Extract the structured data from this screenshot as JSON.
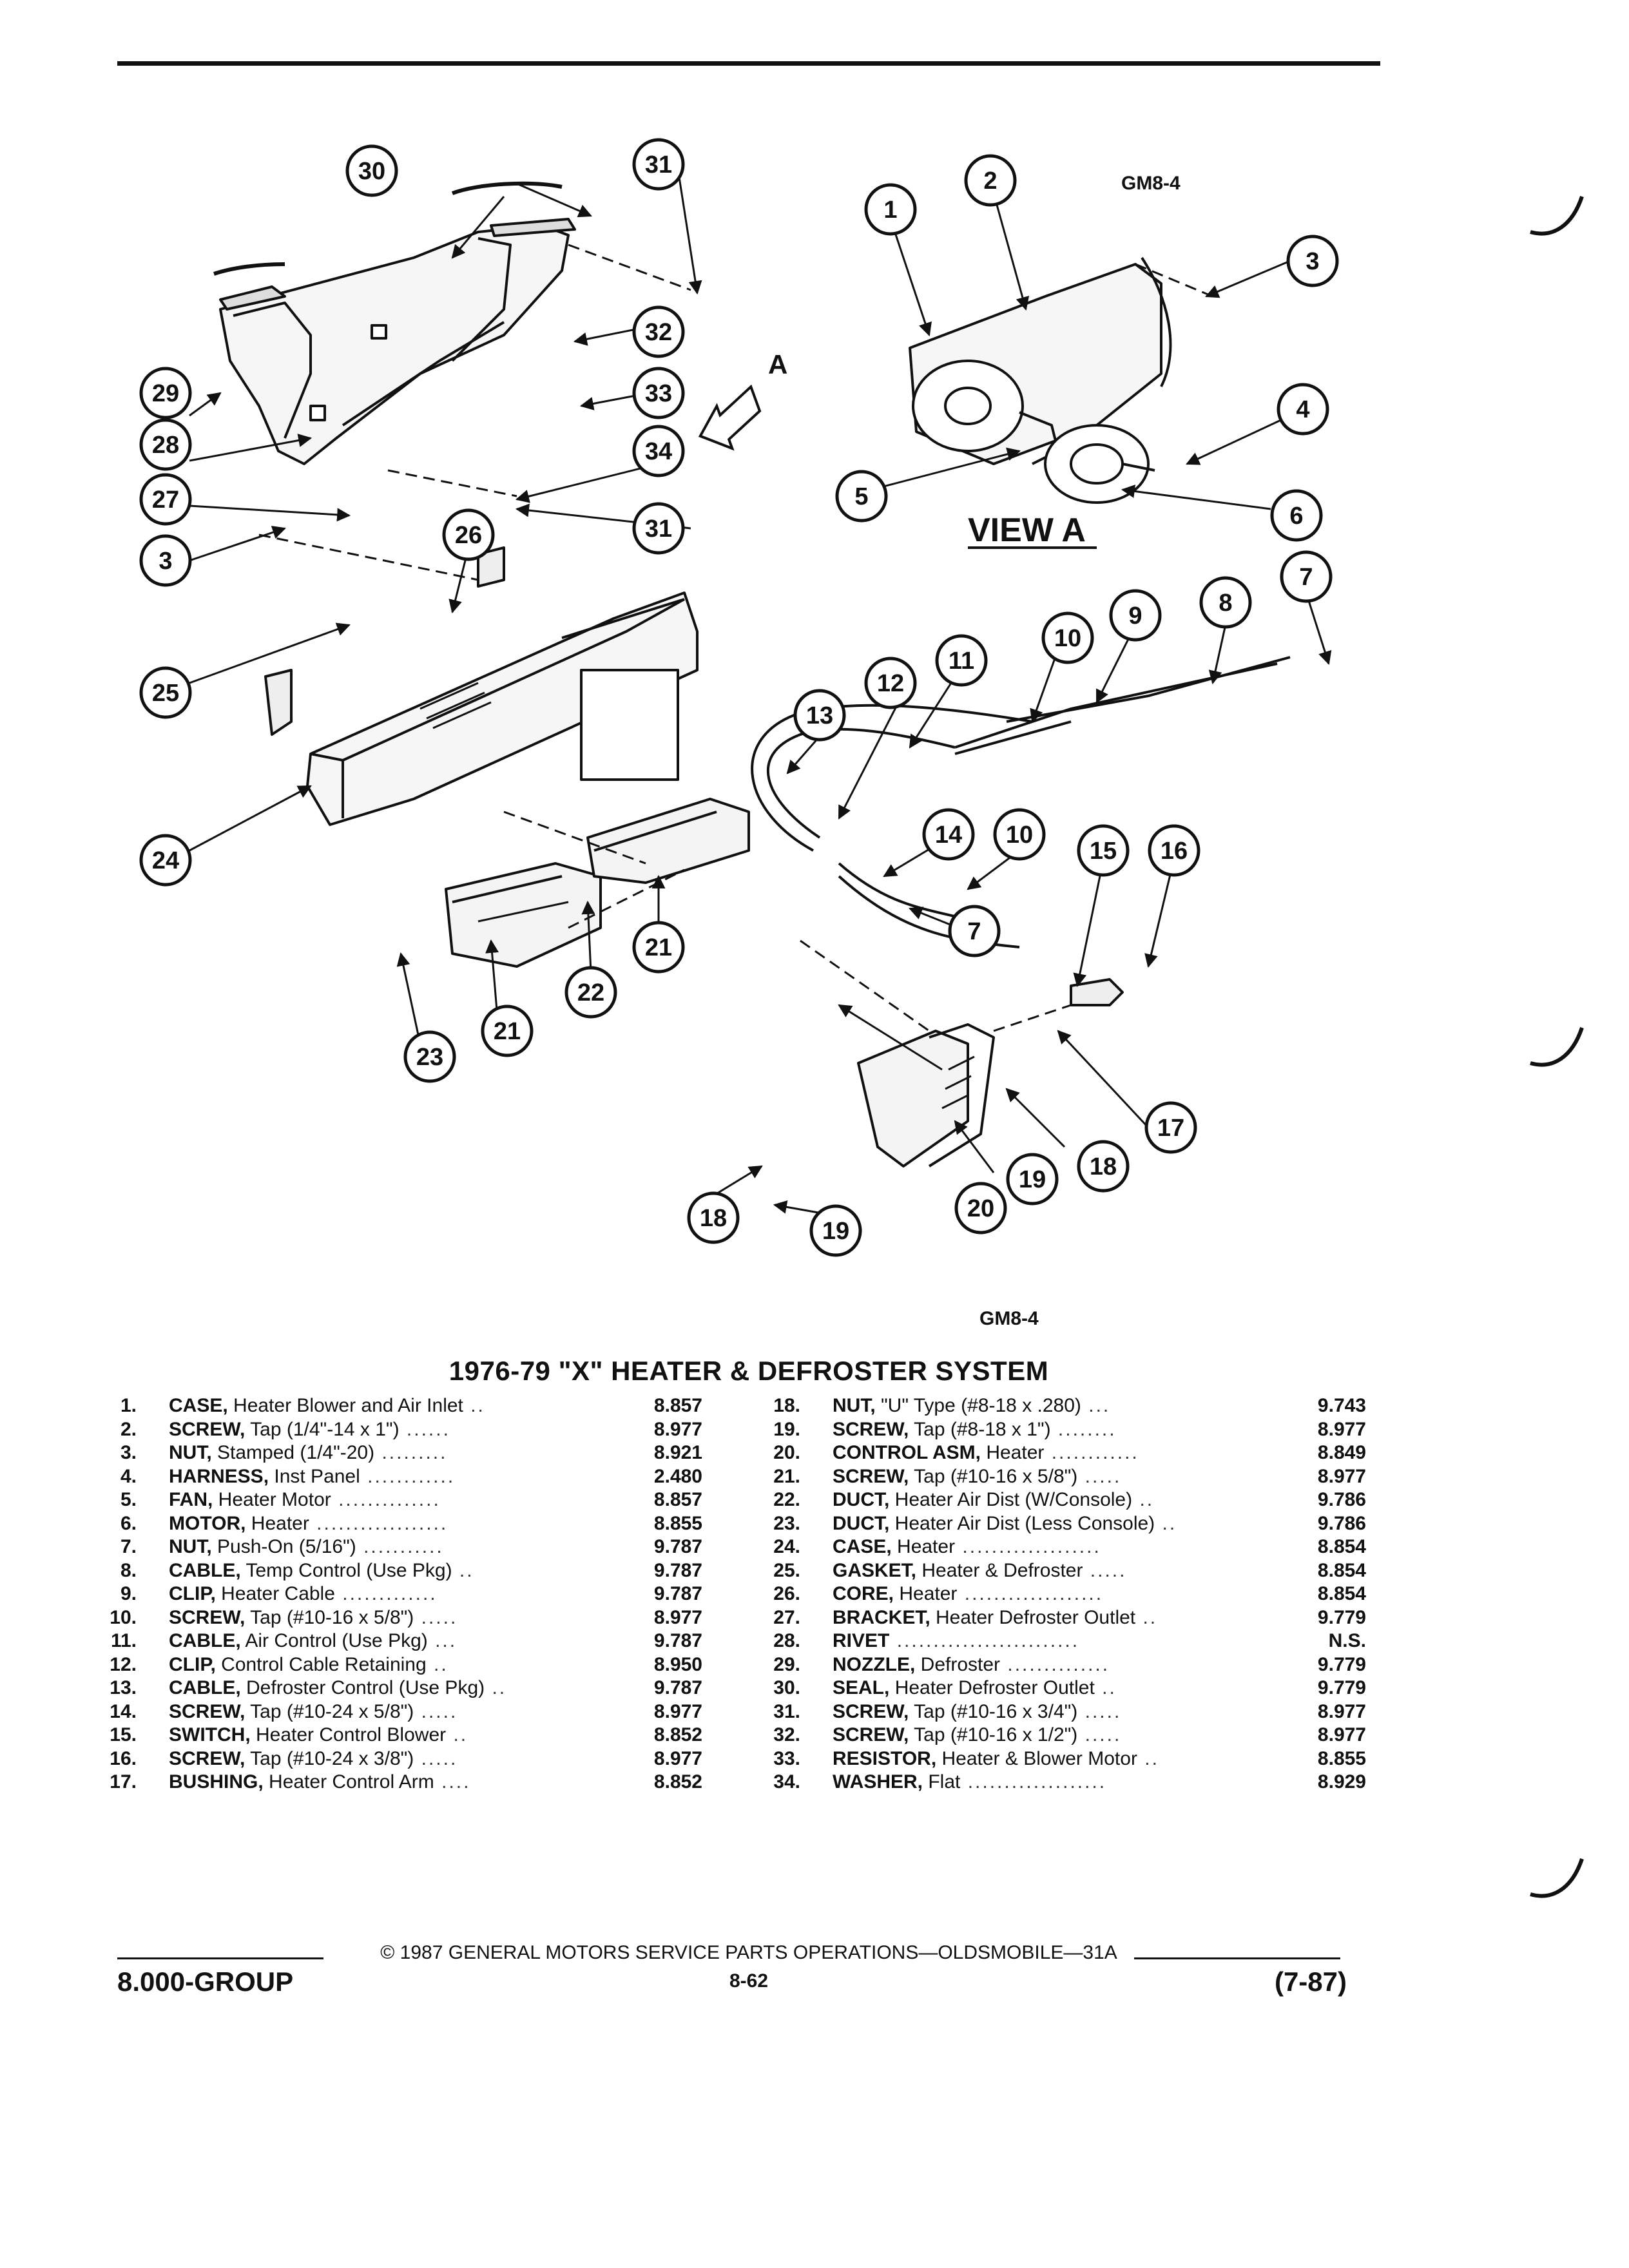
{
  "diagram": {
    "code_top": "GM8-4",
    "code_bottom": "GM8-4",
    "view_label": "VIEW  A",
    "view_arrow_letter": "A",
    "callouts": [
      "1",
      "2",
      "3",
      "4",
      "5",
      "6",
      "7",
      "8",
      "9",
      "10",
      "11",
      "12",
      "13",
      "14",
      "15",
      "16",
      "17",
      "18",
      "19",
      "20",
      "21",
      "22",
      "23",
      "24",
      "25",
      "26",
      "27",
      "28",
      "29",
      "30",
      "31",
      "32",
      "33",
      "34"
    ]
  },
  "title": "1976-79 \"X\" HEATER & DEFROSTER SYSTEM",
  "parts_left": [
    {
      "num": "1.",
      "name": "CASE,",
      "desc": " Heater Blower and Air Inlet",
      "code": "8.857"
    },
    {
      "num": "2.",
      "name": "SCREW,",
      "desc": " Tap (1/4\"-14 x 1\")",
      "code": "8.977"
    },
    {
      "num": "3.",
      "name": "NUT,",
      "desc": " Stamped (1/4\"-20)",
      "code": "8.921"
    },
    {
      "num": "4.",
      "name": "HARNESS,",
      "desc": " Inst Panel",
      "code": "2.480"
    },
    {
      "num": "5.",
      "name": "FAN,",
      "desc": " Heater Motor",
      "code": "8.857"
    },
    {
      "num": "6.",
      "name": "MOTOR,",
      "desc": " Heater",
      "code": "8.855"
    },
    {
      "num": "7.",
      "name": "NUT,",
      "desc": " Push-On (5/16\")",
      "code": "9.787"
    },
    {
      "num": "8.",
      "name": "CABLE,",
      "desc": " Temp Control (Use Pkg)",
      "code": "9.787"
    },
    {
      "num": "9.",
      "name": "CLIP,",
      "desc": " Heater Cable",
      "code": "9.787"
    },
    {
      "num": "10.",
      "name": "SCREW,",
      "desc": " Tap (#10-16 x 5/8\")",
      "code": "8.977"
    },
    {
      "num": "11.",
      "name": "CABLE,",
      "desc": " Air Control (Use Pkg)",
      "code": "9.787"
    },
    {
      "num": "12.",
      "name": "CLIP,",
      "desc": " Control Cable Retaining",
      "code": "8.950"
    },
    {
      "num": "13.",
      "name": "CABLE,",
      "desc": " Defroster Control (Use Pkg)",
      "code": "9.787"
    },
    {
      "num": "14.",
      "name": "SCREW,",
      "desc": " Tap (#10-24 x 5/8\")",
      "code": "8.977"
    },
    {
      "num": "15.",
      "name": "SWITCH,",
      "desc": " Heater Control Blower",
      "code": "8.852"
    },
    {
      "num": "16.",
      "name": "SCREW,",
      "desc": " Tap (#10-24 x 3/8\")",
      "code": "8.977"
    },
    {
      "num": "17.",
      "name": "BUSHING,",
      "desc": " Heater Control Arm",
      "code": "8.852"
    }
  ],
  "parts_right": [
    {
      "num": "18.",
      "name": "NUT,",
      "desc": " \"U\" Type (#8-18 x .280)",
      "code": "9.743"
    },
    {
      "num": "19.",
      "name": "SCREW,",
      "desc": " Tap (#8-18 x 1\")",
      "code": "8.977"
    },
    {
      "num": "20.",
      "name": "CONTROL ASM,",
      "desc": " Heater",
      "code": "8.849"
    },
    {
      "num": "21.",
      "name": "SCREW,",
      "desc": " Tap (#10-16 x 5/8\")",
      "code": "8.977"
    },
    {
      "num": "22.",
      "name": "DUCT,",
      "desc": " Heater Air Dist (W/Console)",
      "code": "9.786"
    },
    {
      "num": "23.",
      "name": "DUCT,",
      "desc": " Heater Air Dist (Less Console)",
      "code": "9.786"
    },
    {
      "num": "24.",
      "name": "CASE,",
      "desc": " Heater",
      "code": "8.854"
    },
    {
      "num": "25.",
      "name": "GASKET,",
      "desc": " Heater & Defroster",
      "code": "8.854"
    },
    {
      "num": "26.",
      "name": "CORE,",
      "desc": " Heater",
      "code": "8.854"
    },
    {
      "num": "27.",
      "name": "BRACKET,",
      "desc": " Heater Defroster Outlet",
      "code": "9.779"
    },
    {
      "num": "28.",
      "name": "RIVET",
      "desc": "",
      "code": "N.S."
    },
    {
      "num": "29.",
      "name": "NOZZLE,",
      "desc": " Defroster",
      "code": "9.779"
    },
    {
      "num": "30.",
      "name": "SEAL,",
      "desc": " Heater Defroster Outlet",
      "code": "9.779"
    },
    {
      "num": "31.",
      "name": "SCREW,",
      "desc": " Tap (#10-16 x 3/4\")",
      "code": "8.977"
    },
    {
      "num": "32.",
      "name": "SCREW,",
      "desc": " Tap (#10-16 x 1/2\")",
      "code": "8.977"
    },
    {
      "num": "33.",
      "name": "RESISTOR,",
      "desc": " Heater & Blower Motor",
      "code": "8.855"
    },
    {
      "num": "34.",
      "name": "WASHER,",
      "desc": " Flat",
      "code": "8.929"
    }
  ],
  "footer": {
    "copyright": "© 1987 GENERAL MOTORS SERVICE PARTS OPERATIONS—OLDSMOBILE—31A",
    "group": "8.000-GROUP",
    "page": "8-62",
    "date": "(7-87)"
  }
}
